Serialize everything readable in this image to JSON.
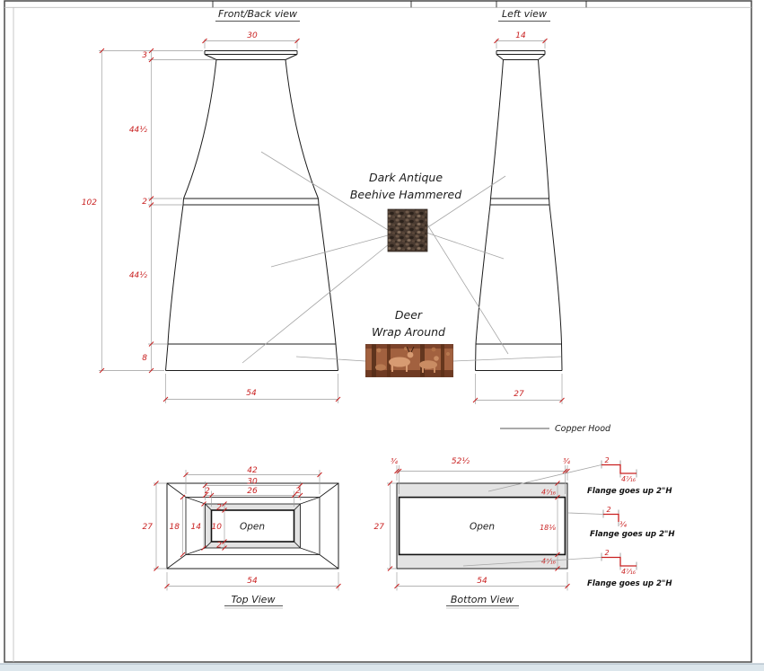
{
  "palette": {
    "dim_red": "#c92121",
    "line_black": "#1c1c1c",
    "leader_gray": "#a6a6a6",
    "flange_gray": "#e3e3e3",
    "copper_base": "#a2613f",
    "hammered_dark": "#4a3b31",
    "window_strip": "#dce6ec"
  },
  "views": {
    "front_back": {
      "title": "Front/Back view",
      "dim_top_width": "30",
      "dim_overall_height": "102",
      "dim_cap_height": "3",
      "dim_upper_height": "44½",
      "dim_band_height": "2",
      "dim_lower_height": "44½",
      "dim_base_height": "8",
      "dim_base_width": "54"
    },
    "left": {
      "title": "Left view",
      "dim_top_width": "14",
      "dim_base_width": "27"
    },
    "top": {
      "title": "Top View",
      "open_label": "Open",
      "dim_w_42": "42",
      "dim_w_30": "30",
      "dim_w_26": "26",
      "dim_side_left": "2",
      "dim_side_right": "2",
      "dim_h_27": "27",
      "dim_h_18": "18",
      "dim_h_14": "14",
      "dim_h_10": "10",
      "dim_v_top": "2",
      "dim_v_bottom": "2",
      "dim_w_54": "54"
    },
    "bottom": {
      "title": "Bottom View",
      "open_label": "Open",
      "dim_margin_left": "¾",
      "dim_opening_width": "52½",
      "dim_margin_right": "¾",
      "dim_h_27": "27",
      "dim_flange_top": "4⁷⁄₁₆",
      "dim_opening_height": "18⅛",
      "dim_flange_bottom": "4⁷⁄₁₆",
      "dim_w_54": "54"
    }
  },
  "annotations": {
    "finish": {
      "line1": "Dark Antique",
      "line2": "Beehive Hammered"
    },
    "motif": {
      "line1": "Deer",
      "line2": "Wrap Around"
    },
    "legend": {
      "label": "Copper Hood"
    },
    "callouts": [
      {
        "dim_depth": "2",
        "dim_width": "4⁷⁄₁₆",
        "note": "Flange goes up 2\"H"
      },
      {
        "dim_depth": "2",
        "dim_width": "¾",
        "note": "Flange goes up 2\"H"
      },
      {
        "dim_depth": "2",
        "dim_width": "4⁷⁄₁₆",
        "note": "Flange goes up 2\"H"
      }
    ]
  }
}
